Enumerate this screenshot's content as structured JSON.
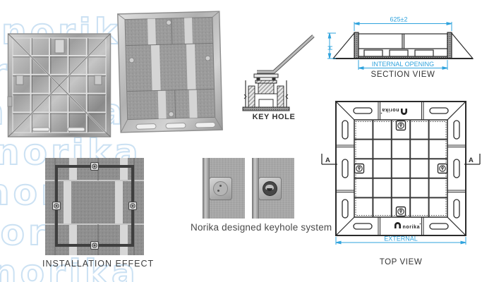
{
  "watermark": {
    "text": "norika",
    "outline_color": "#cbe1f3"
  },
  "brand": {
    "logo_text": "norika"
  },
  "colors": {
    "accent": "#2fa3dd",
    "line": "#2b2b2b",
    "paver_gray": "#9c9c9c"
  },
  "figures": {
    "underside_photo": {
      "name": "recessed cover underside photo"
    },
    "cover_photo": {
      "name": "recessed cover with infill photo"
    },
    "key_hole": {
      "label": "KEY HOLE"
    },
    "section_view": {
      "label": "SECTION VIEW",
      "width_dim": "625±2",
      "height_dim": "H",
      "internal_dim": "INTERNAL OPENING"
    },
    "top_view": {
      "label": "TOP VIEW",
      "external_dim": "EXTERNAL",
      "section_marker_left": "A",
      "section_marker_right": "A"
    },
    "installation": {
      "label": "INSTALLATION EFFECT"
    },
    "keyhole_system": {
      "caption": "Norika designed keyhole system"
    }
  }
}
